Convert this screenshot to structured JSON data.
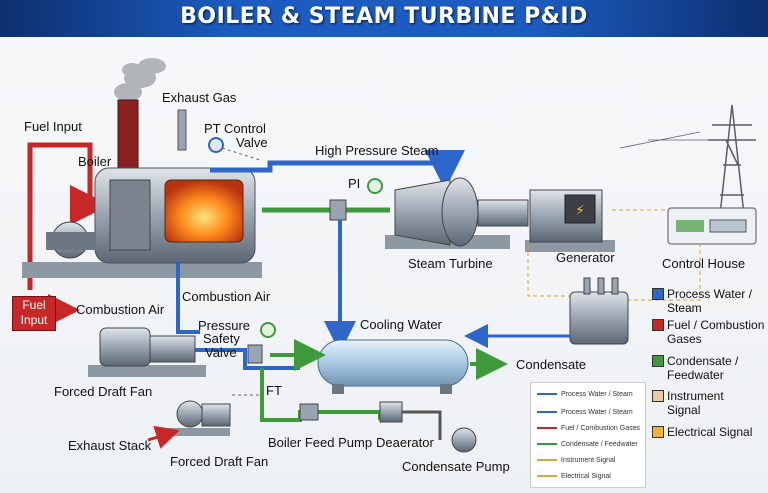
{
  "title": "BOILER & STEAM TURBINE P&ID",
  "labels": {
    "fuel_input": "Fuel Input",
    "boiler": "Boiler",
    "exhaust_gas": "Exhaust Gas",
    "pt": "PT",
    "control_valve_1": "Control",
    "control_valve_2": "Valve",
    "high_pressure_steam": "High Pressure Steam",
    "pi": "PI",
    "steam_turbine": "Steam Turbine",
    "generator": "Generator",
    "control_house": "Control House",
    "fuel_box": "Fuel\nInput",
    "combustion_air_left": "Combustion Air",
    "combustion_air": "Combustion Air",
    "psv_1": "Pressure",
    "psv_2": "Safety",
    "psv_3": "Valve",
    "cooling_water": "Cooling Water",
    "condensate": "Condensate",
    "forced_draft_fan_top": "Forced Draft Fan",
    "ft": "FT",
    "exhaust_stack": "Exhaust Stack",
    "boiler_feed_pump": "Boiler Feed Pump",
    "deaerator": "Deaerator",
    "forced_draft_fan_bottom": "Forced Draft Fan",
    "condensate_pump": "Condensate Pump"
  },
  "legend": {
    "rows": [
      {
        "label": "Process Water / Steam",
        "color": "#2f66c9"
      },
      {
        "label": "Fuel / Combustion Gases",
        "color": "#c62828"
      },
      {
        "label": "Condensate / Feedwater",
        "color": "#3f9a3c"
      },
      {
        "label": "Instrument Signal",
        "color": "#e0a23a"
      },
      {
        "label": "Electrical Signal",
        "color": "#e0a23a"
      }
    ]
  },
  "key": [
    {
      "label": "Process Water / Steam",
      "color": "#2f66c9"
    },
    {
      "label": "Fuel / Combustion Gases",
      "color": "#c62828"
    },
    {
      "label": "Condensate / Feedwater",
      "color": "#3f9a3c"
    },
    {
      "label": "Instrument Signal",
      "color": "#e8c9a0"
    },
    {
      "label": "Electrical Signal",
      "color": "#f3b233"
    }
  ],
  "colors": {
    "steam": "#2f66c9",
    "fuel": "#c62828",
    "condensate": "#3f9a3c",
    "signal": "#e0a23a"
  }
}
